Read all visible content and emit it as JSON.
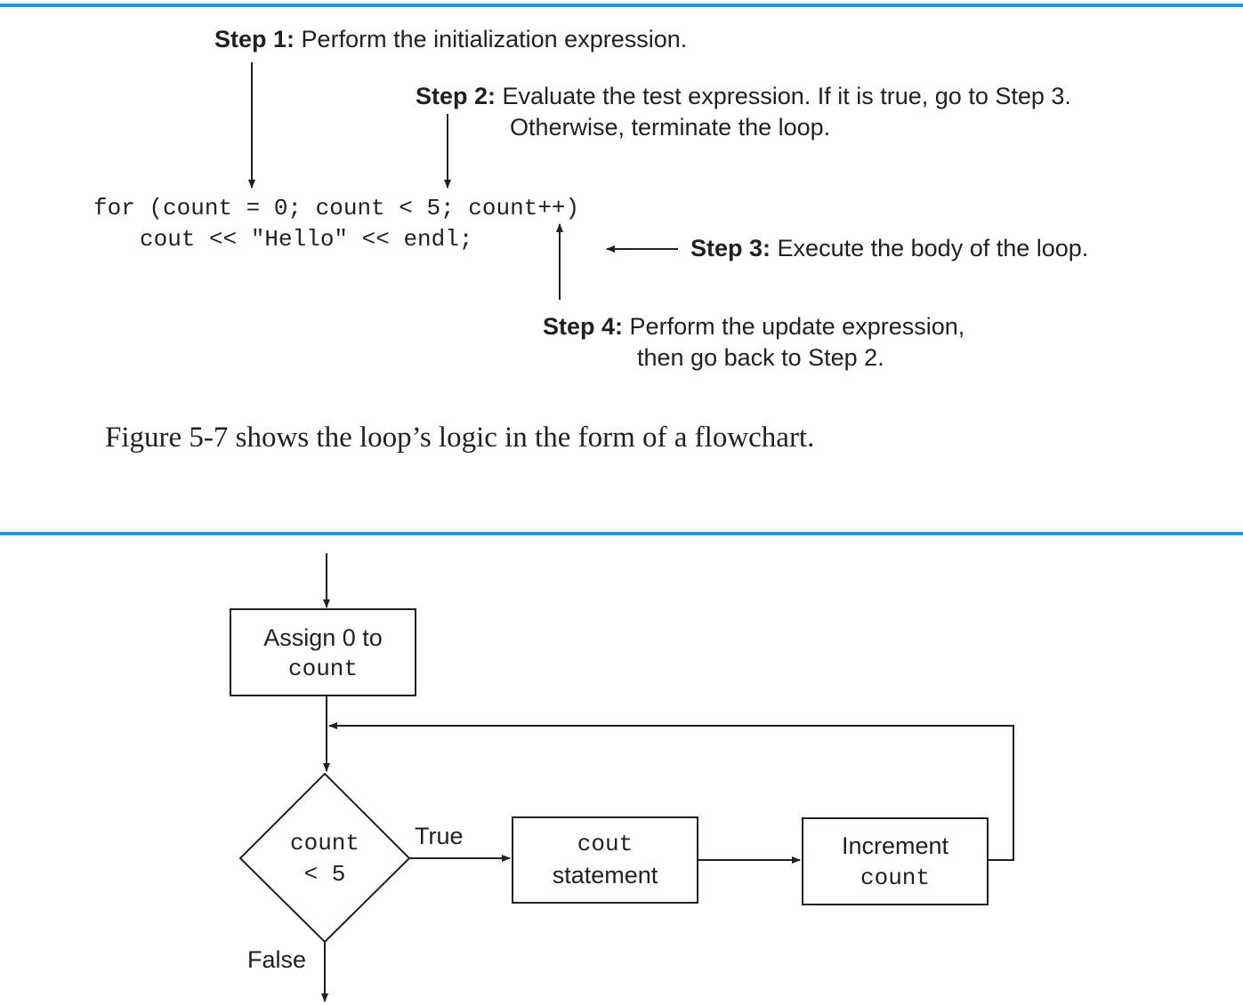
{
  "annotation": {
    "step1": {
      "label": "Step 1:",
      "text": "Perform the initialization expression."
    },
    "step2": {
      "label": "Step 2:",
      "line1": "Evaluate the test expression. If it is true, go to Step 3.",
      "line2": "Otherwise, terminate the loop."
    },
    "step3": {
      "label": "Step 3:",
      "text": "Execute the body of the loop."
    },
    "step4": {
      "label": "Step 4:",
      "line1": "Perform the update expression,",
      "line2": "then go back to Step 2."
    },
    "code_line1": "for (count = 0; count < 5; count++)",
    "code_line2": "cout << \"Hello\" << endl;"
  },
  "body_text": "Figure 5-7 shows the loop’s logic in the form of a flowchart.",
  "flowchart": {
    "assign_line1": "Assign 0 to",
    "assign_line2": "count",
    "decision_line1": "count",
    "decision_line2": "< 5",
    "true_label": "True",
    "false_label": "False",
    "cout_line1": "cout",
    "cout_line2": "statement",
    "increment_line1": "Increment",
    "increment_line2": "count"
  },
  "colors": {
    "rule": "#1a9be0",
    "ink": "#231f20"
  }
}
